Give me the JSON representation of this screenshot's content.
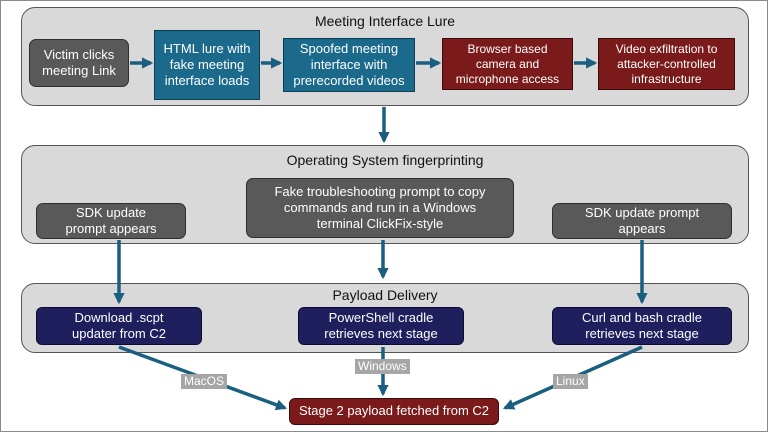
{
  "panels": {
    "lure": {
      "title": "Meeting Interface Lure",
      "steps": [
        "Victim clicks meeting Link",
        "HTML lure with fake meeting interface loads",
        "Spoofed meeting interface with prerecorded videos",
        "Browser based camera and microphone access",
        "Video exfiltration to attacker-controlled infrastructure"
      ]
    },
    "os": {
      "title": "Operating System fingerprinting",
      "left": "SDK update prompt appears",
      "center": "Fake troubleshooting prompt to copy commands and run in a Windows terminal ClickFix-style",
      "right": "SDK update prompt appears"
    },
    "payload": {
      "title": "Payload Delivery",
      "left": "Download .scpt updater from C2",
      "center": "PowerShell cradle retrieves next stage",
      "right": "Curl and bash cradle retrieves next stage"
    }
  },
  "os_labels": {
    "mac": "MacOS",
    "windows": "Windows",
    "linux": "Linux"
  },
  "final_stage": "Stage 2 payload fetched from C2",
  "colors": {
    "panel_bg": "#d9d9d9",
    "dark_box": "#595959",
    "teal_box": "#1b6a8c",
    "maroon_box": "#7a1a1a",
    "navy_box": "#1f1f5e",
    "arrow": "#1b5f80"
  }
}
